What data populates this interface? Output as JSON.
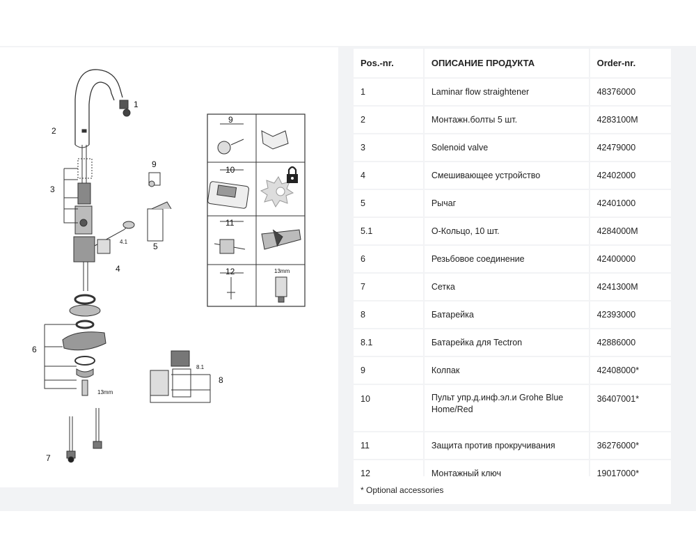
{
  "table": {
    "headers": {
      "pos": "Pos.-nr.",
      "description": "ОПИСАНИЕ ПРОДУКТА",
      "order": "Order-nr."
    },
    "rows": [
      {
        "pos": "1",
        "description": "Laminar flow straightener",
        "order": "48376000"
      },
      {
        "pos": "2",
        "description": "Монтажн.болты 5 шт.",
        "order": "4283100M"
      },
      {
        "pos": "3",
        "description": "Solenoid valve",
        "order": "42479000"
      },
      {
        "pos": "4",
        "description": "Смешивающее устройство",
        "order": "42402000"
      },
      {
        "pos": "5",
        "description": "Рычаг",
        "order": "42401000"
      },
      {
        "pos": "5.1",
        "description": "O-Кольцо, 10 шт.",
        "order": "4284000M"
      },
      {
        "pos": "6",
        "description": "Резьбовое соединение",
        "order": "42400000"
      },
      {
        "pos": "7",
        "description": "Сетка",
        "order": "4241300M"
      },
      {
        "pos": "8",
        "description": "Батарейка",
        "order": "42393000"
      },
      {
        "pos": "8.1",
        "description": "Батарейка для Tectron",
        "order": "42886000"
      },
      {
        "pos": "9",
        "description": "Колпак",
        "order": "42408000*"
      },
      {
        "pos": "10",
        "description": "Пульт упр.д.инф.эл.и Grohe Blue Home/Red",
        "order": "36407001*"
      },
      {
        "pos": "11",
        "description": "Защита против прокручивания",
        "order": "36276000*"
      },
      {
        "pos": "12",
        "description": "Монтажный ключ",
        "order": "19017000*"
      }
    ],
    "footnote": "* Optional accessories"
  },
  "drawing": {
    "callouts": [
      "1",
      "2",
      "3",
      "4",
      "4.1",
      "5",
      "6",
      "7",
      "8",
      "8.1",
      "9"
    ],
    "accessory_grid": [
      "9",
      "10",
      "11",
      "12"
    ],
    "dimension_label": "13mm",
    "icons": [
      "padlock-icon",
      "gear-icon"
    ]
  }
}
